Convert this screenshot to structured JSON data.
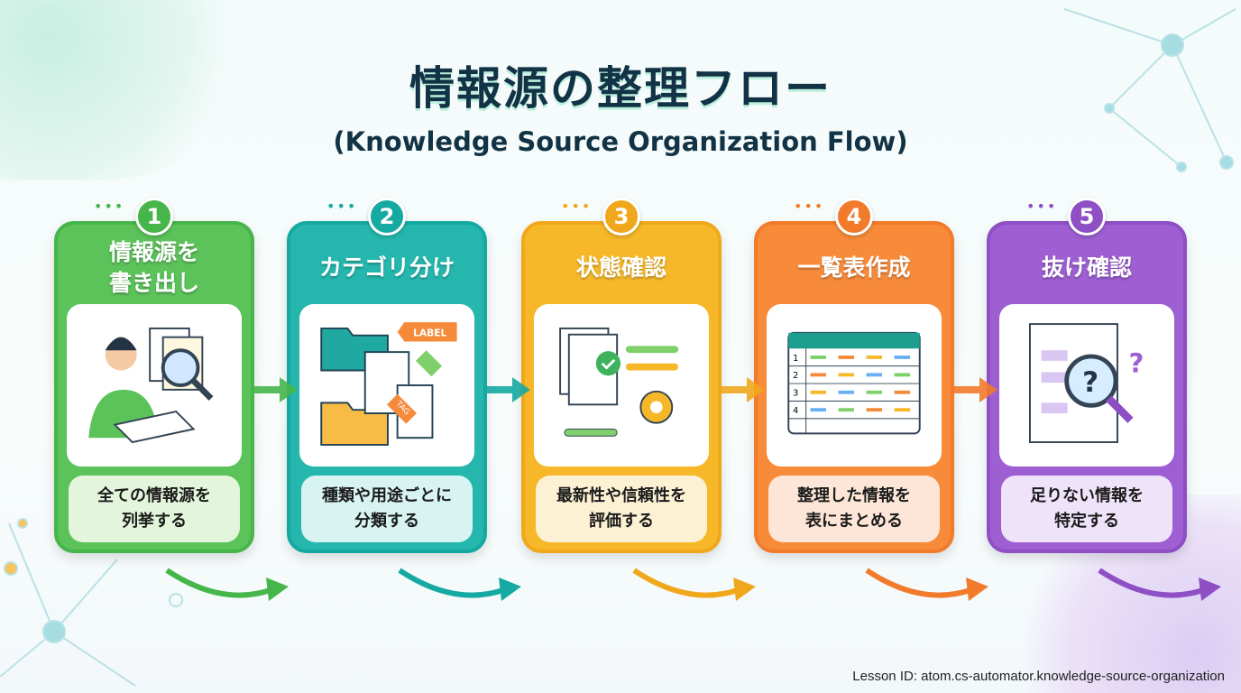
{
  "title": "情報源の整理フロー",
  "subtitle": "(Knowledge Source Organization Flow)",
  "footer": "Lesson ID: atom.cs-automator.knowledge-source-organization",
  "steps": [
    {
      "number": "1",
      "title": "情報源を\n書き出し",
      "desc": "全ての情報源を\n列挙する",
      "color": "#46b54a",
      "light": "#e3f6dc",
      "bg": "#5cc25a",
      "icon": "person-writing-with-magnifier-icon"
    },
    {
      "number": "2",
      "title": "カテゴリ分け",
      "desc": "種類や用途ごとに\n分類する",
      "color": "#16a9a1",
      "light": "#d7f4f2",
      "bg": "#25b7ad",
      "icon": "folders-and-labels-icon",
      "tag_label": "LABEL",
      "tag2_label": "TAG"
    },
    {
      "number": "3",
      "title": "状態確認",
      "desc": "最新性や信頼性を\n評価する",
      "color": "#f0a71c",
      "light": "#fdf1d4",
      "bg": "#f6b829",
      "icon": "document-check-gear-icon"
    },
    {
      "number": "4",
      "title": "一覧表作成",
      "desc": "整理した情報を\n表にまとめる",
      "color": "#f27b2b",
      "light": "#fde6d7",
      "bg": "#f78b3a",
      "icon": "spreadsheet-table-icon",
      "rows": [
        "1",
        "2",
        "3",
        "4"
      ]
    },
    {
      "number": "5",
      "title": "抜け確認",
      "desc": "足りない情報を\n特定する",
      "color": "#8e4fc4",
      "light": "#efe3fa",
      "bg": "#9d5fd2",
      "icon": "magnifier-question-icon"
    }
  ]
}
